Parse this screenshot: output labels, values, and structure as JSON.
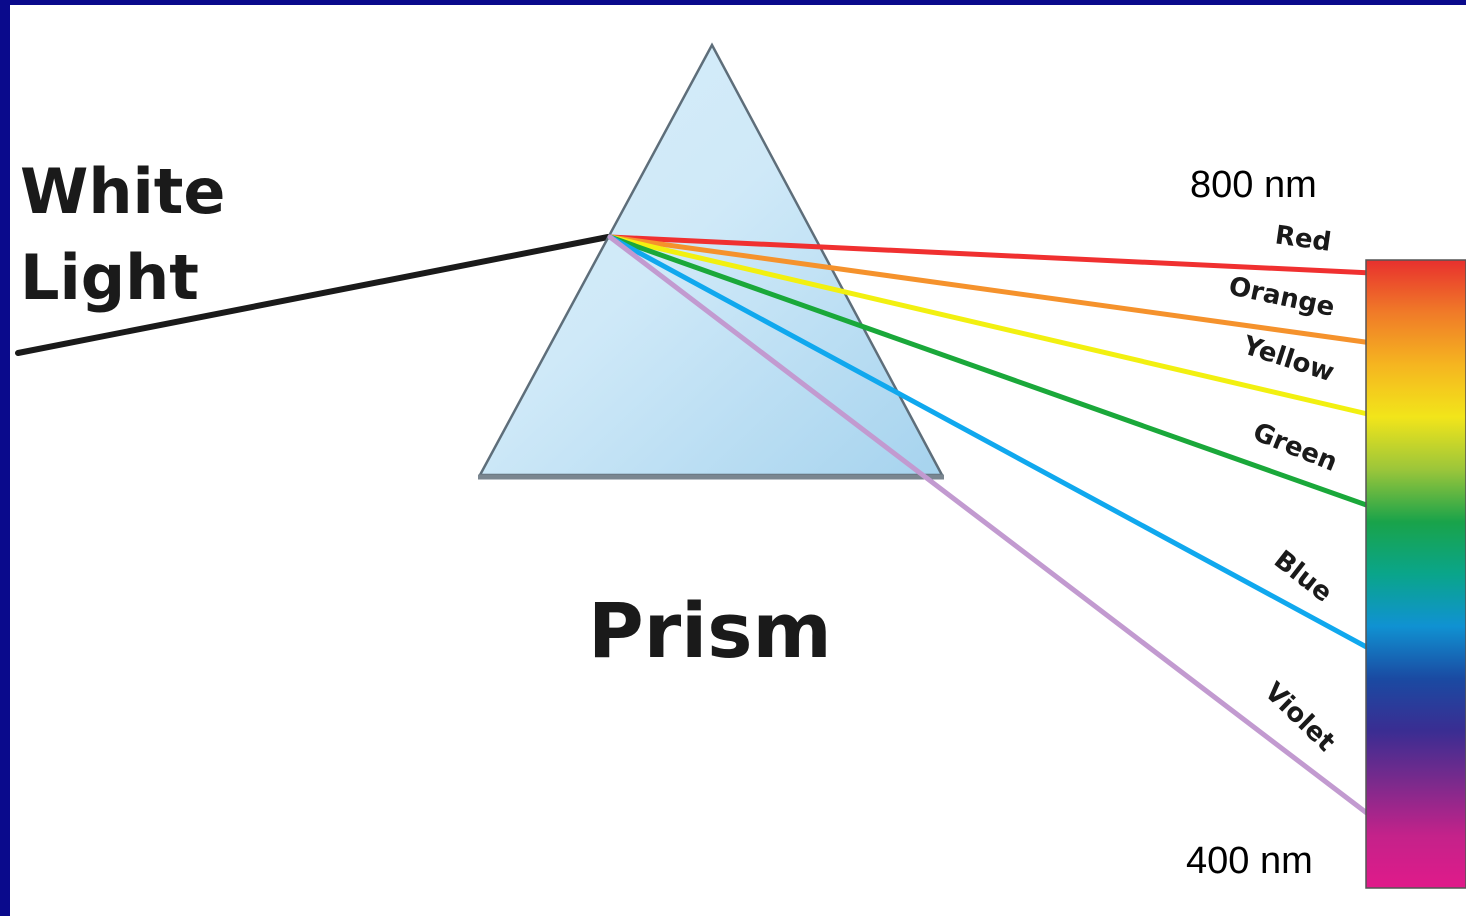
{
  "diagram": {
    "white_light_label": [
      "White",
      "Light"
    ],
    "prism_label": "Prism",
    "wavelength_top": "800 nm",
    "wavelength_bottom": "400 nm",
    "colors": {
      "background": "#0a0a8c",
      "prism_fill": "#b4dcf2",
      "prism_edge": "#5e6e7a",
      "white_light_beam": "#1a1a1a"
    },
    "rays": [
      {
        "label": "Red",
        "color": "#f03030"
      },
      {
        "label": "Orange",
        "color": "#f5922c"
      },
      {
        "label": "Yellow",
        "color": "#f2f010"
      },
      {
        "label": "Green",
        "color": "#1aa83a"
      },
      {
        "label": "Blue",
        "color": "#10a8ee"
      },
      {
        "label": "Violet",
        "color": "#c29ad0"
      }
    ],
    "spectrum_bar_stops": [
      "#e8302e",
      "#f07a28",
      "#f5b520",
      "#f2e51a",
      "#9cc63a",
      "#19a34a",
      "#0aa58a",
      "#1092d2",
      "#1a4aa2",
      "#3a2d92",
      "#7c2a8c",
      "#c4228a",
      "#e01a8a"
    ]
  }
}
